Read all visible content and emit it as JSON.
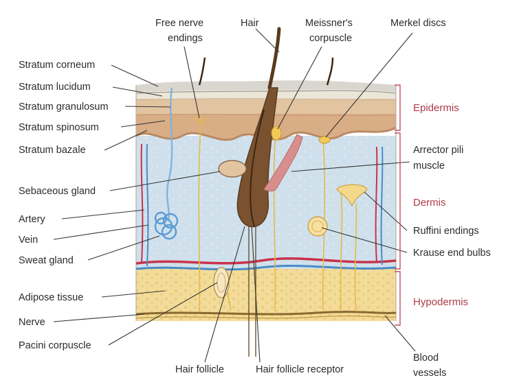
{
  "labels": {
    "free_nerve_endings": [
      "Free nerve",
      "endings"
    ],
    "hair": "Hair",
    "meissners_corpuscle": [
      "Meissner's",
      "corpuscle"
    ],
    "merkel_discs": "Merkel discs",
    "stratum_corneum": "Stratum corneum",
    "stratum_lucidum": "Stratum lucidum",
    "stratum_granulosum": "Stratum granulosum",
    "stratum_spinosum": "Stratum spinosum",
    "stratum_bazale": "Stratum bazale",
    "sebaceous_gland": "Sebaceous gland",
    "artery": "Artery",
    "vein": "Vein",
    "sweat_gland": "Sweat gland",
    "adipose_tissue": "Adipose tissue",
    "nerve": "Nerve",
    "pacini_corpuscle": "Pacini corpuscle",
    "hair_follicle": "Hair follicle",
    "hair_follicle_receptor": "Hair follicle receptor",
    "arrector_pili_muscle": [
      "Arrector pili",
      "muscle"
    ],
    "ruffini_endings": "Ruffini endings",
    "krause_end_bulbs": "Krause end bulbs",
    "blood_vessels": [
      "Blood",
      "vessels"
    ]
  },
  "sections": {
    "epidermis": "Epidermis",
    "dermis": "Dermis",
    "hypodermis": "Hypodermis"
  },
  "colors": {
    "section_label": "#b03a48",
    "corneum": "#d9d6cf",
    "granulosum": "#e2c4a0",
    "spinosum": "#d9ad86",
    "dermis": "#cfe0ec",
    "hypodermis": "#f3dc99",
    "hair": "#5a3a1e",
    "nerve": "#e6b84a",
    "artery": "#c8324a",
    "vein": "#4a8ac8"
  }
}
